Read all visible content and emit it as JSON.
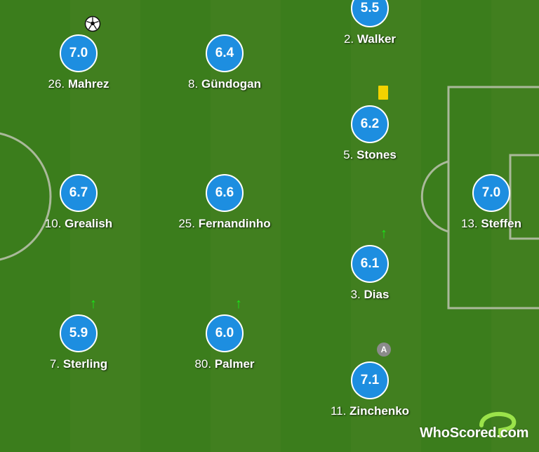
{
  "colors": {
    "pitch_dark": "#3b7d1c",
    "pitch_light": "#417f1f",
    "rating_bg": "#1d8ee0",
    "sub_arrow": "#19e619",
    "yellow_card": "#f2d200"
  },
  "players": [
    {
      "number": "2.",
      "name": "Walker",
      "rating": "5.5"
    },
    {
      "number": "26.",
      "name": "Mahrez",
      "rating": "7.0"
    },
    {
      "number": "8.",
      "name": "Gündogan",
      "rating": "6.4"
    },
    {
      "number": "5.",
      "name": "Stones",
      "rating": "6.2"
    },
    {
      "number": "10.",
      "name": "Grealish",
      "rating": "6.7"
    },
    {
      "number": "25.",
      "name": "Fernandinho",
      "rating": "6.6"
    },
    {
      "number": "13.",
      "name": "Steffen",
      "rating": "7.0"
    },
    {
      "number": "3.",
      "name": "Dias",
      "rating": "6.1"
    },
    {
      "number": "7.",
      "name": "Sterling",
      "rating": "5.9"
    },
    {
      "number": "80.",
      "name": "Palmer",
      "rating": "6.0"
    },
    {
      "number": "11.",
      "name": "Zinchenko",
      "rating": "7.1"
    }
  ],
  "markers": {
    "captain_label": "A",
    "sub_arrow_glyph": "↑",
    "goal_icon": "football-icon",
    "card_icon": "yellow-card-icon"
  },
  "logo": {
    "text": "WhoScored.com"
  }
}
